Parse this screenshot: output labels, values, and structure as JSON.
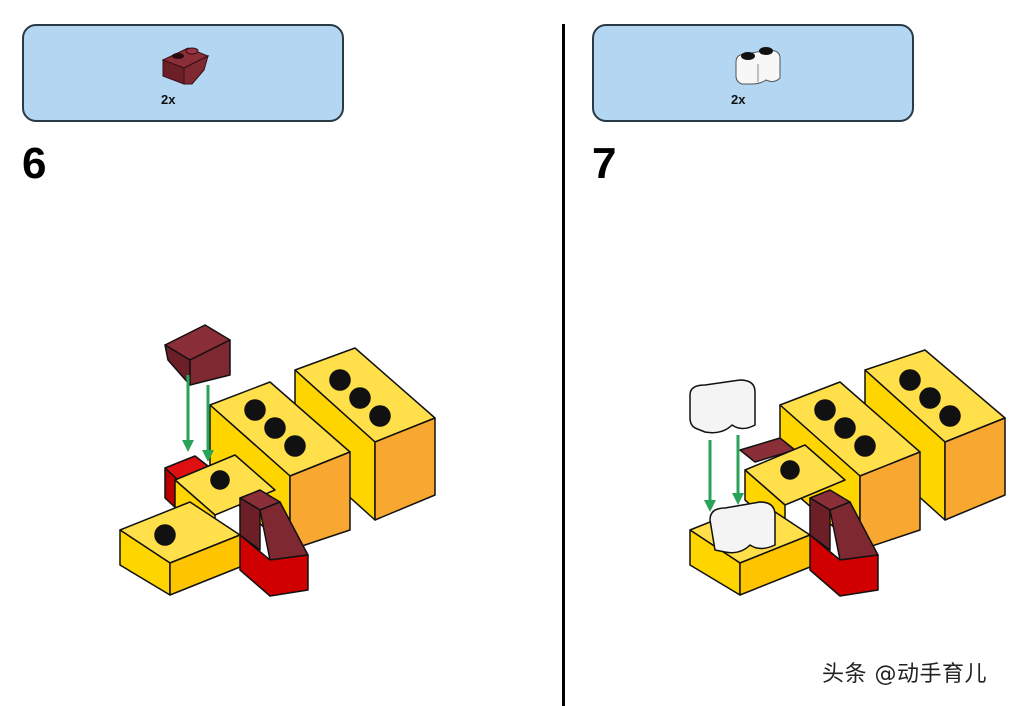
{
  "steps": [
    {
      "number": "6",
      "parts": [
        {
          "name": "dark-red inverted slope brick 1x2",
          "color": "#7a2630",
          "quantity": "2x"
        }
      ]
    },
    {
      "number": "7",
      "parts": [
        {
          "name": "white log brick 1x2",
          "color": "#f4f4f4",
          "quantity": "2x"
        }
      ]
    }
  ],
  "colors": {
    "parts_box_bg": "#b3d6f2",
    "yellow": "#ffd500",
    "orange": "#f8a830",
    "red": "#d10000",
    "dark_red": "#7a2630",
    "arrow_green": "#2aa35a"
  },
  "watermark": "头条 @动手育儿"
}
